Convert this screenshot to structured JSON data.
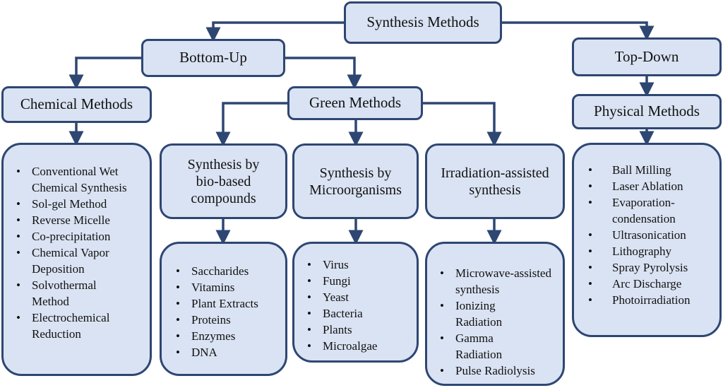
{
  "title": "Synthesis Methods",
  "colors": {
    "box_fill": "#dae3f3",
    "box_border": "#2e4672",
    "connector": "#2e4672",
    "text": "#111111"
  },
  "approaches": {
    "bottom_up": "Bottom-Up",
    "top_down": "Top-Down"
  },
  "categories": {
    "chemical": "Chemical Methods",
    "green": "Green Methods",
    "physical": "Physical Methods"
  },
  "green_subcategories": {
    "bio_based": "Synthesis by bio-based compounds",
    "microorganisms": "Synthesis by Microorganisms",
    "irradiation": "Irradiation-assisted synthesis"
  },
  "lists": {
    "chemical": [
      "Conventional Wet Chemical Synthesis",
      "Sol-gel Method",
      "Reverse Micelle",
      "Co-precipitation",
      "Chemical Vapor Deposition",
      "Solvothermal Method",
      "Electrochemical Reduction"
    ],
    "bio_based": [
      "Saccharides",
      "Vitamins",
      "Plant Extracts",
      "Proteins",
      "Enzymes",
      "DNA"
    ],
    "microorganisms": [
      "Virus",
      "Fungi",
      "Yeast",
      "Bacteria",
      "Plants",
      "Microalgae"
    ],
    "irradiation": [
      "Microwave-assisted synthesis",
      "Ionizing Radiation",
      "Gamma Radiation",
      "Pulse Radiolysis"
    ],
    "physical": [
      "Ball Milling",
      "Laser Ablation",
      "Evaporation-condensation",
      "Ultrasonication",
      "Lithography",
      "Spray Pyrolysis",
      "Arc Discharge",
      "Photoirradiation"
    ]
  }
}
